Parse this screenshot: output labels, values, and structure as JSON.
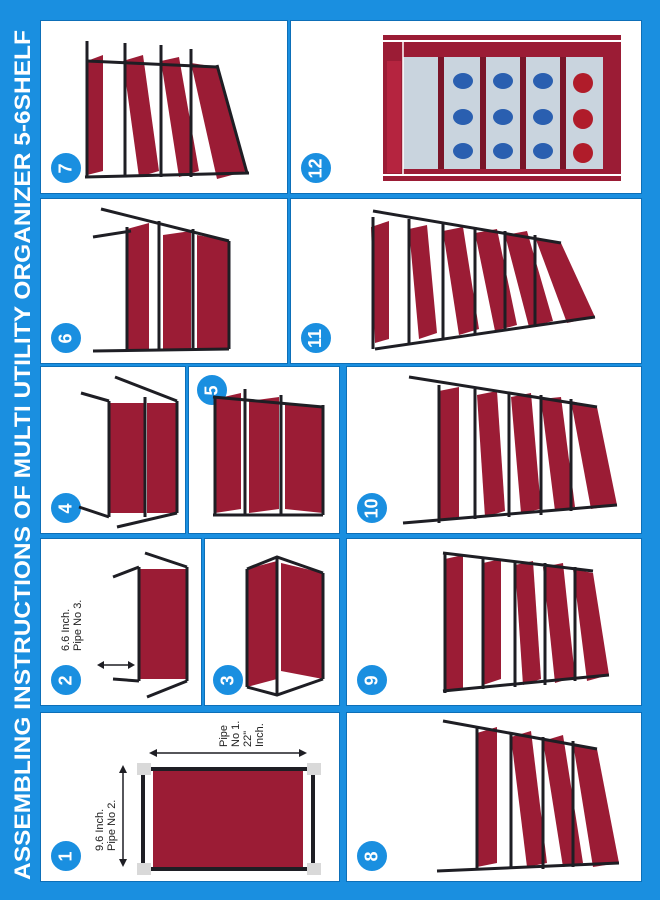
{
  "title": "ASSEMBLING INSTRUCTIONS OF MULTI UTILITY ORGANIZER 5-6SHELF",
  "steps": [
    {
      "number": "1",
      "notes": [
        "Pipe",
        "No 1.",
        "22\"",
        "Inch.",
        "9.6 Inch.",
        "Pipe No 2."
      ]
    },
    {
      "number": "2",
      "notes": [
        "6.6 Inch.",
        "Pipe No 3."
      ]
    },
    {
      "number": "3"
    },
    {
      "number": "4"
    },
    {
      "number": "5"
    },
    {
      "number": "6"
    },
    {
      "number": "7"
    },
    {
      "number": "8"
    },
    {
      "number": "9"
    },
    {
      "number": "10"
    },
    {
      "number": "11"
    },
    {
      "number": "12"
    }
  ],
  "colors": {
    "background": "#1a8fe0",
    "fabric": "#9b1c35",
    "pipe": "#1e1e24",
    "joint": "#d9d9d9"
  }
}
